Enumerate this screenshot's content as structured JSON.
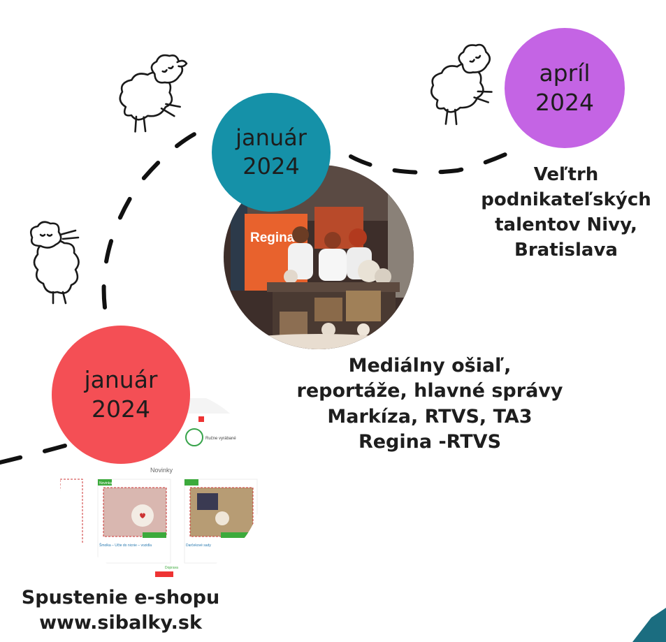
{
  "colors": {
    "teal": "#1591a8",
    "purple": "#c464e4",
    "red": "#f44f55",
    "text": "#1e1e1e",
    "path": "#111111"
  },
  "milestones": [
    {
      "date_line1": "január",
      "date_line2": "2024",
      "color": "#f44f55",
      "caption": [
        "Spustenie e-shopu",
        "www.sibalky.sk"
      ],
      "image": "e-shop-screenshot"
    },
    {
      "date_line1": "január",
      "date_line2": "2024",
      "color": "#1591a8",
      "caption": [
        "Mediálny ošiaľ,",
        "reportáže, hlavné správy",
        "Markíza, RTVS, TA3",
        "Regina -RTVS"
      ],
      "image": "tv-studio-photo"
    },
    {
      "date_line1": "apríl",
      "date_line2": "2024",
      "color": "#c464e4",
      "caption": [
        "Veľtrh",
        "podnikateľských",
        "talentov Nivy,",
        "Bratislava"
      ],
      "image": null
    }
  ],
  "tv_photo": {
    "studio_sign": "Regina"
  },
  "eshop_screenshot": {
    "section_heading": "Novinky",
    "badge_label": "Novinka",
    "product_1": "Šmolka – Učte do nicnie – vozidla",
    "product_2": "Darčekové sady",
    "eco_label": "Ručne vyrábané",
    "shipping_label": "Doprava"
  },
  "icons": [
    "sheep-icon",
    "corner-triangle-icon"
  ]
}
